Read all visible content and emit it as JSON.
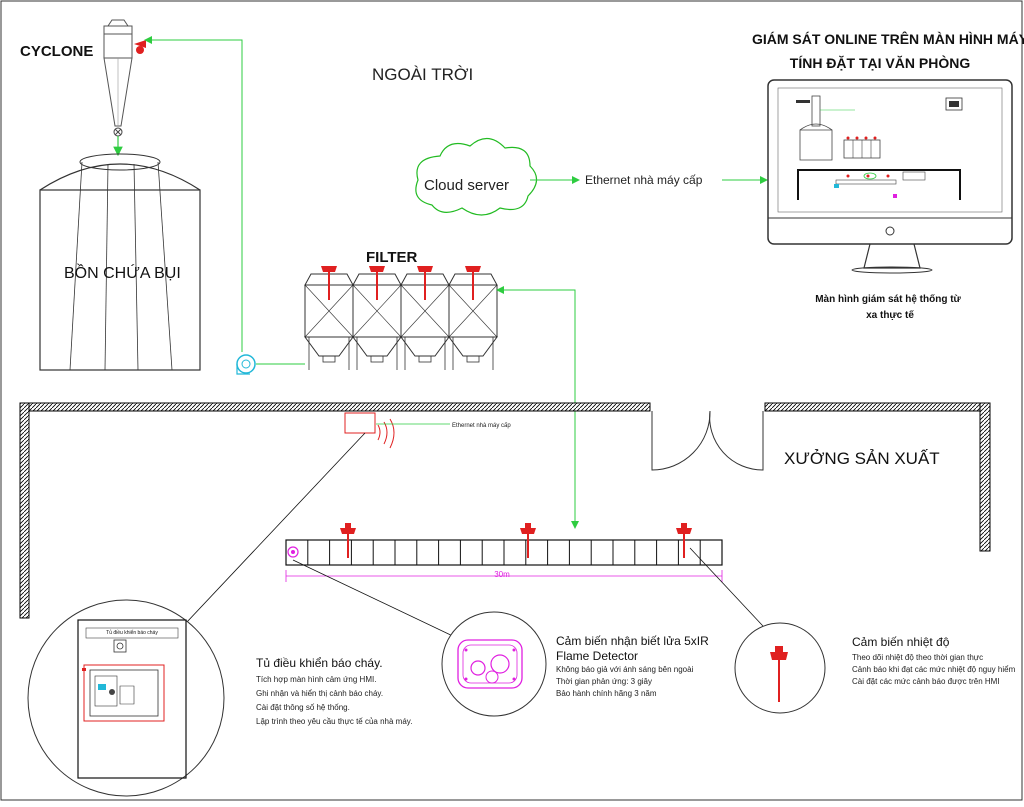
{
  "outdoor": {
    "cyclone_label": "CYCLONE",
    "outdoor_label": "NGOÀI TRỜI",
    "tank_label": "BỒN CHỨA BỤI",
    "filter_label": "FILTER"
  },
  "cloud": {
    "label": "Cloud server",
    "ethernet_label": "Ethernet nhà máy cấp"
  },
  "monitor": {
    "title_line1": "GIÁM SÁT ONLINE TRÊN MÀN HÌNH MÁY",
    "title_line2": "TÍNH  ĐẶT TẠI VĂN PHÒNG",
    "caption_line1": "Màn hình giám sát hệ thống từ",
    "caption_line2": "xa thực tế"
  },
  "factory": {
    "workshop_label": "XƯỞNG SẢN XUẤT",
    "ethernet_small": "Ethernet nhà máy cấp",
    "conveyor_dim": "30m"
  },
  "panel": {
    "title": "Tủ điều khiển báo cháy.",
    "lines": [
      "Tích hợp màn hình cảm ứng HMI.",
      "Ghi nhận và hiển thị cảnh báo cháy.",
      "Cài đặt thông số hệ thống.",
      "Lập trình theo yêu cầu thực tế của nhà máy."
    ],
    "box_header": "Tủ điều khiển báo cháy"
  },
  "flame": {
    "title_line1": "Cảm biến nhận biết lửa 5xIR",
    "title_line2": "Flame Detector",
    "lines": [
      "Không báo giả với ánh sáng bên ngoài",
      "Thời gian phản ứng: 3 giây",
      "Bảo hành chính hãng 3 năm"
    ]
  },
  "temp": {
    "title": "Cảm biến nhiệt độ",
    "lines": [
      "Theo dõi nhiệt độ theo thời gian thực",
      "Cảnh báo khi đạt các mức nhiệt độ nguy hiểm",
      "Cài đặt các mức cảnh báo được trên HMI"
    ]
  },
  "colors": {
    "green_line": "#2ecc40",
    "red_sensor": "#e02020",
    "cyan": "#22b8d8",
    "magenta": "#e020e0",
    "cloud_green": "#22bb22"
  }
}
